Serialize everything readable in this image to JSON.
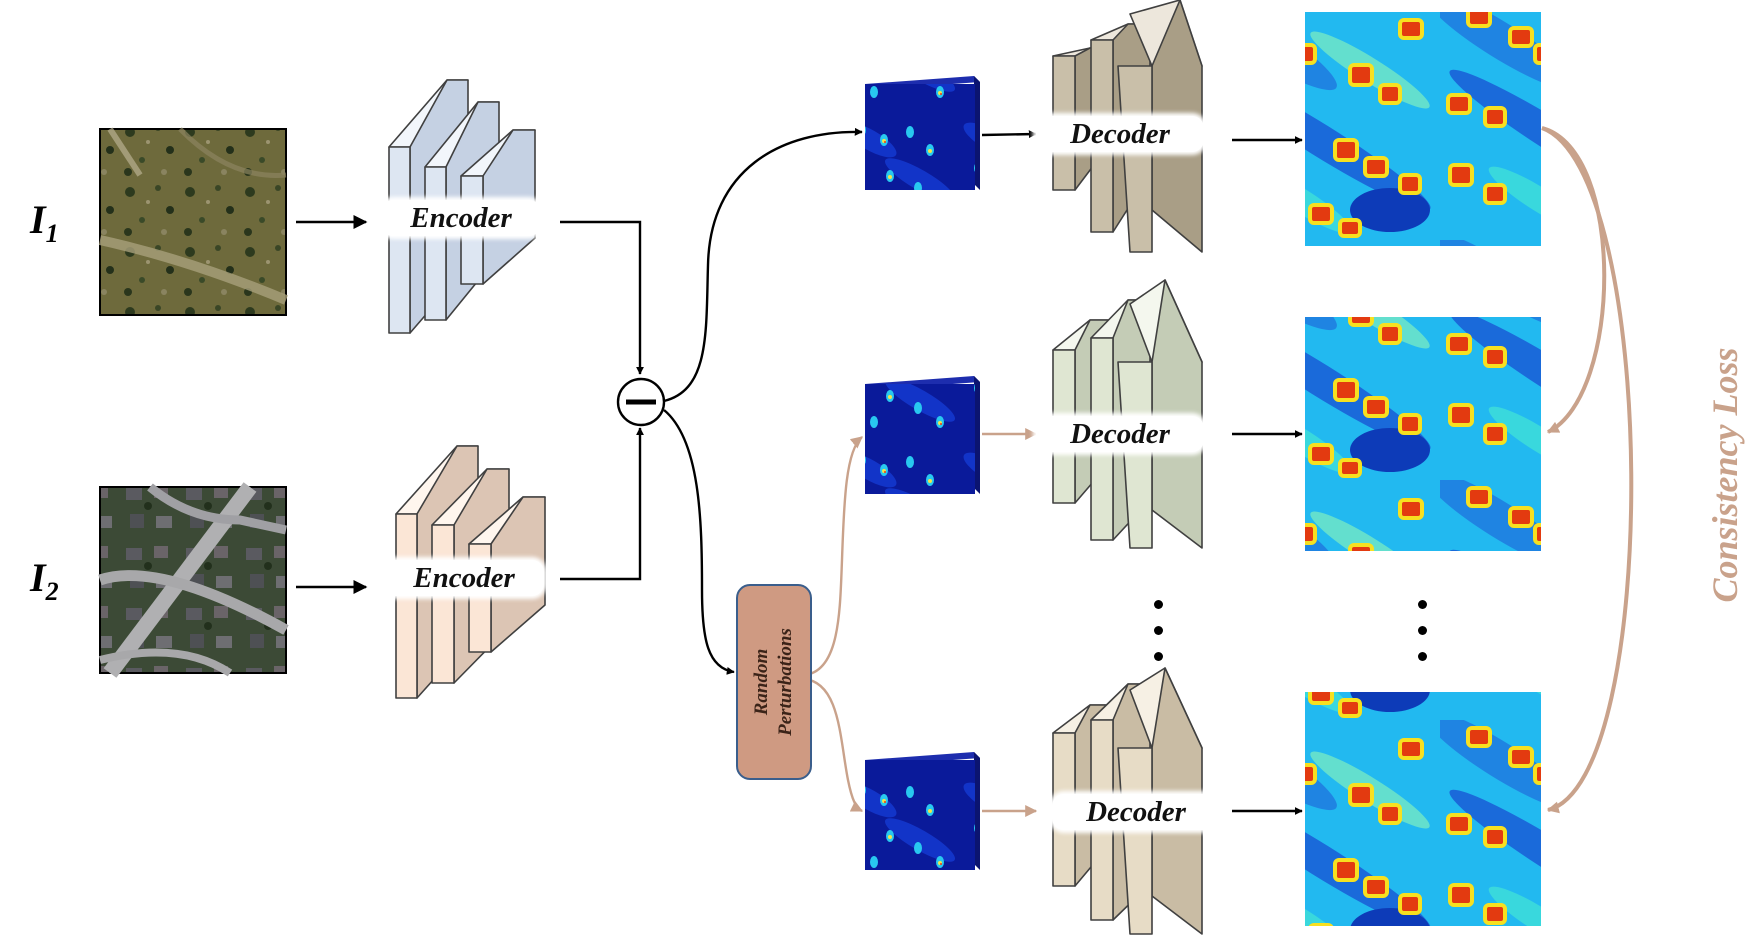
{
  "inputs": [
    {
      "label_main": "I",
      "label_sub": "1",
      "image": "aerial-image-grassland"
    },
    {
      "label_main": "I",
      "label_sub": "2",
      "image": "aerial-image-residential"
    }
  ],
  "encoders": [
    {
      "label": "Encoder",
      "color": "#dde6f2"
    },
    {
      "label": "Encoder",
      "color": "#fbe6d6"
    }
  ],
  "operator": "subtract",
  "perturbation": {
    "label_line1": "Random",
    "label_line2": "Perturbations",
    "color": "#cf9a82"
  },
  "decoders": [
    {
      "label": "Decoder",
      "color": "#c9bfa9"
    },
    {
      "label": "Decoder",
      "color": "#dfe6d2"
    },
    {
      "label": "Decoder",
      "color": "#e7dcc6"
    }
  ],
  "loss": {
    "label": "Consistency Loss",
    "color": "#c9a28b"
  },
  "colors": {
    "main_arrow": "#000000",
    "perturbed_arrow": "#c9a28b",
    "heatmap_cold": "#1a6fe0",
    "heatmap_hot": "#e02a10"
  }
}
